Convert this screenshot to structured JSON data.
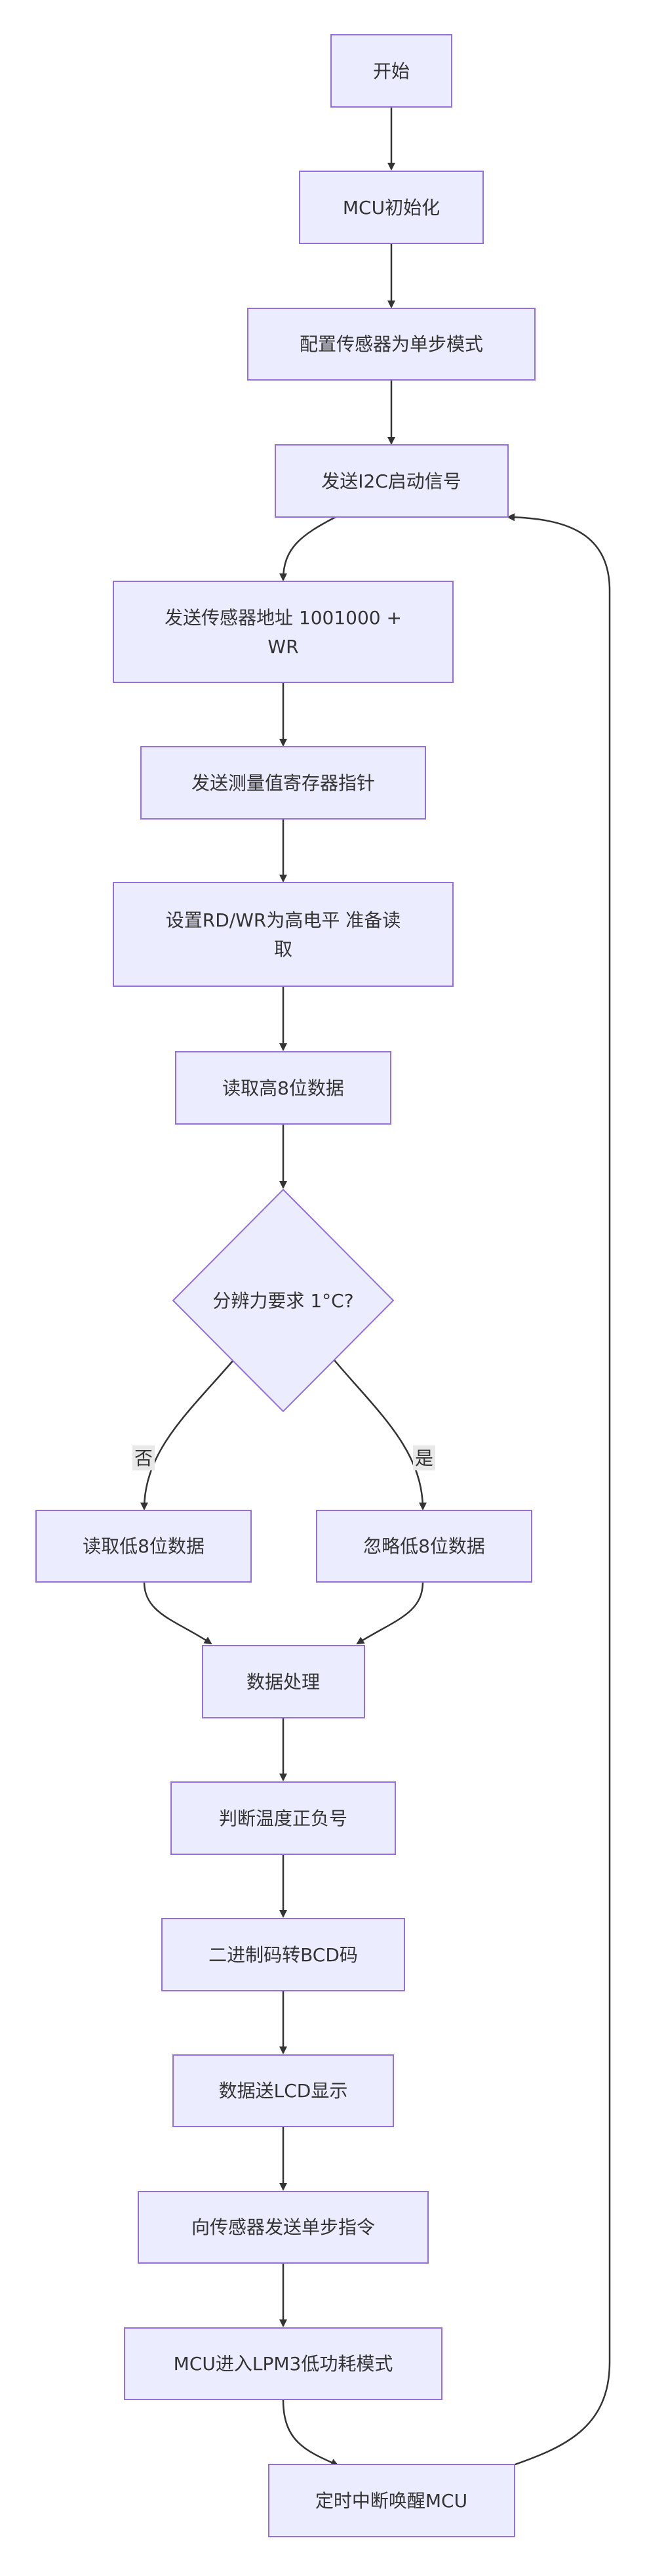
{
  "nodes": {
    "start": "开始",
    "mcu_init": "MCU初始化",
    "config_single_step": "配置传感器为单步模式",
    "send_i2c_start": "发送I2C启动信号",
    "send_addr_line1": "发送传感器地址 1001000 +",
    "send_addr_line2": "WR",
    "send_register_pointer": "发送测量值寄存器指针",
    "set_rdwr_line1": "设置RD/WR为高电平 准备读",
    "set_rdwr_line2": "取",
    "read_high8": "读取高8位数据",
    "decision_resolution": "分辨力要求 1°C?",
    "read_low8": "读取低8位数据",
    "ignore_low8": "忽略低8位数据",
    "data_process": "数据处理",
    "judge_sign": "判断温度正负号",
    "bin_to_bcd": "二进制码转BCD码",
    "send_lcd": "数据送LCD显示",
    "send_single_step_cmd": "向传感器发送单步指令",
    "enter_lpm3": "MCU进入LPM3低功耗模式",
    "timer_wake": "定时中断唤醒MCU"
  },
  "edge_labels": {
    "no": "否",
    "yes": "是"
  }
}
